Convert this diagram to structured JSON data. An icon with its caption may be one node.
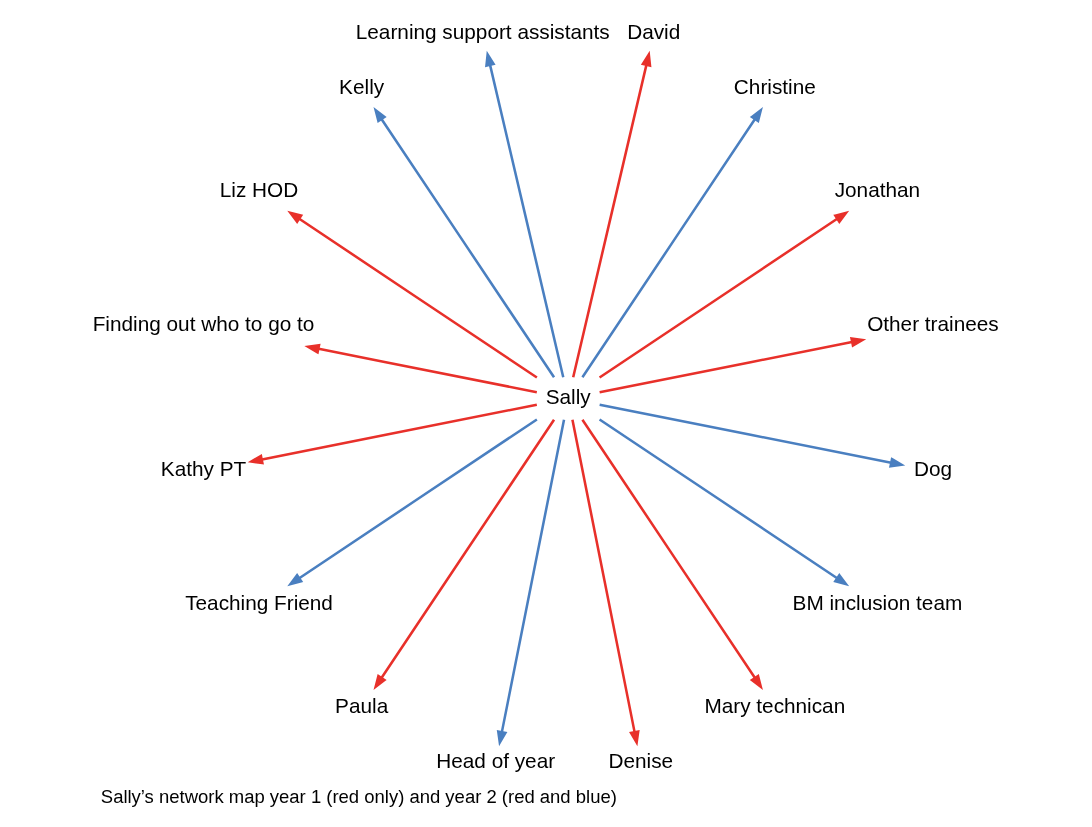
{
  "diagram": {
    "caption": "Sally’s network map year 1 (red only) and year 2 (red and blue)",
    "nodes": [
      {
        "text": [
          "Other trainees"
        ]
      },
      {
        "text": [
          "Jonathan"
        ]
      },
      {
        "text": [
          "Christine"
        ]
      },
      {
        "text": [
          "David"
        ]
      },
      {
        "text": [
          "Learning support assistants"
        ]
      },
      {
        "text": [
          "Kelly"
        ]
      },
      {
        "text": [
          "Liz HOD"
        ]
      },
      {
        "text": [
          "Finding out who to go to"
        ]
      },
      {
        "text": [
          "Sally"
        ]
      },
      {
        "text": [
          "Kathy PT"
        ]
      },
      {
        "text": [
          "Teaching Friend"
        ]
      },
      {
        "text": [
          "Paula"
        ]
      },
      {
        "text": [
          "Head of year"
        ]
      },
      {
        "text": [
          "Denise"
        ]
      },
      {
        "text": [
          "Mary technican"
        ]
      },
      {
        "text": [
          "BM inclusion team"
        ]
      },
      {
        "text": [
          "Dog"
        ]
      }
    ],
    "edges": [
      {
        "from": 8,
        "to": 1,
        "arrow": "to"
      },
      {
        "from": 8,
        "to": 2,
        "arrow": "to",
        "color": "#4a7fc0"
      },
      {
        "from": 8,
        "to": 3,
        "arrow": "to"
      },
      {
        "from": 8,
        "to": 4,
        "arrow": "to",
        "color": "#4a7fc0"
      },
      {
        "from": 8,
        "to": 6,
        "arrow": "to"
      },
      {
        "from": 8,
        "to": 9,
        "arrow": "to"
      },
      {
        "from": 8,
        "to": 12,
        "arrow": "to",
        "color": "#4a7fc0"
      },
      {
        "from": 8,
        "to": 14,
        "arrow": "to"
      },
      {
        "from": 8,
        "to": 15,
        "arrow": "to",
        "color": "#4a7fc0"
      },
      {
        "from": 8,
        "to": 13,
        "arrow": "to"
      },
      {
        "from": 8,
        "to": 11,
        "arrow": "to"
      },
      {
        "from": 8,
        "to": 16,
        "arrow": "to",
        "color": "#4a7fc0"
      },
      {
        "from": 8,
        "to": 10,
        "arrow": "to",
        "color": "#4a7fc0"
      },
      {
        "from": 8,
        "to": 7,
        "arrow": "to"
      },
      {
        "from": 8,
        "to": 5,
        "arrow": "to",
        "color": "#4a7fc0"
      },
      {
        "from": 8,
        "to": 0,
        "arrow": "to"
      }
    ]
  }
}
